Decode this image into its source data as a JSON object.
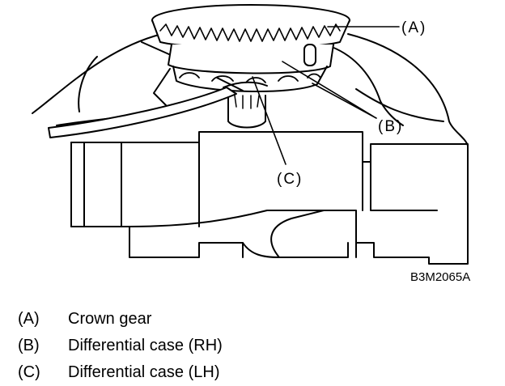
{
  "callouts": {
    "a": "(A)",
    "b": "(B)",
    "c": "(C)"
  },
  "figure_code": "B3M2065A",
  "legend": [
    {
      "key": "(A)",
      "label": "Crown gear"
    },
    {
      "key": "(B)",
      "label": "Differential case (RH)"
    },
    {
      "key": "(C)",
      "label": "Differential case (LH)"
    }
  ]
}
